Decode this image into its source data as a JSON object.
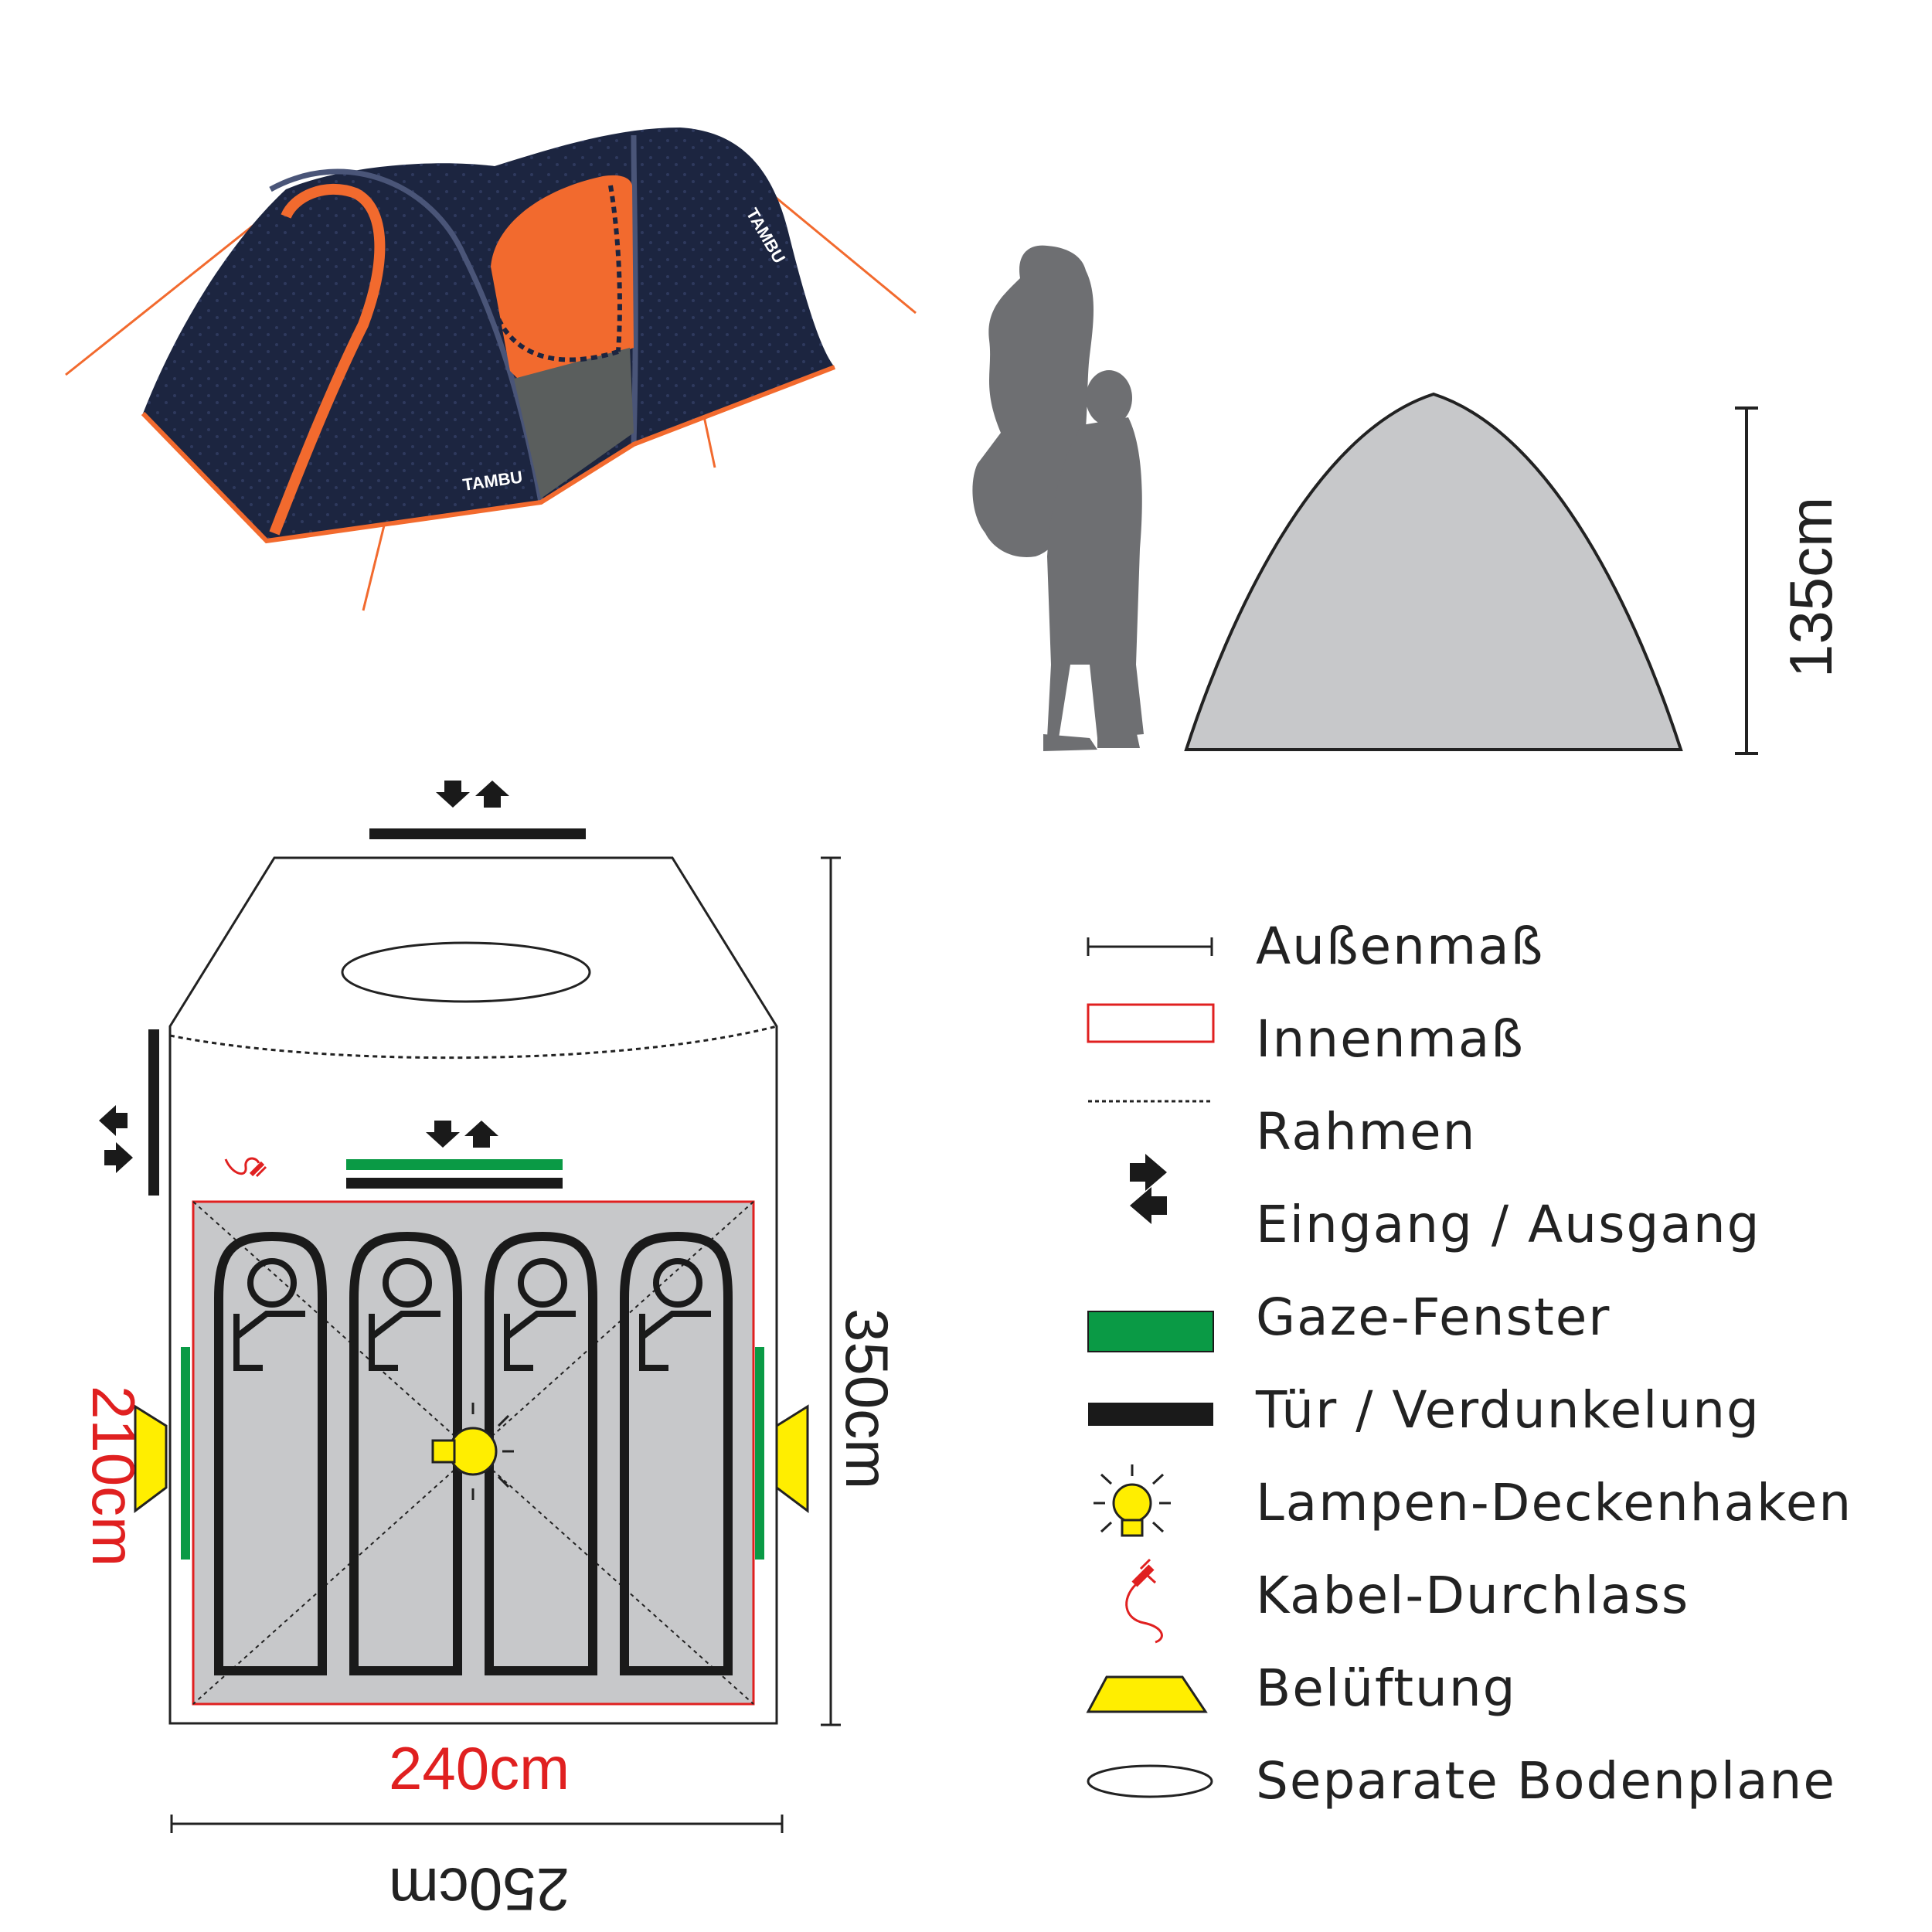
{
  "tent_brand": "TAMBU",
  "profile": {
    "height": "135cm"
  },
  "floorplan": {
    "outer_depth": "350cm",
    "outer_width": "250cm",
    "inner_width": "240cm",
    "inner_depth": "210cm"
  },
  "legend": [
    {
      "key": "outer",
      "icon": "outer-dimension-icon",
      "label": "Außenmaß"
    },
    {
      "key": "inner",
      "icon": "inner-dimension-icon",
      "label": "Innenmaß"
    },
    {
      "key": "frame",
      "icon": "frame-line-icon",
      "label": "Rahmen"
    },
    {
      "key": "entrance",
      "icon": "entrance-arrows-icon",
      "label": "Eingang / Ausgang"
    },
    {
      "key": "mesh",
      "icon": "mesh-window-icon",
      "label": "Gaze-Fenster"
    },
    {
      "key": "door",
      "icon": "door-icon",
      "label": "Tür / Verdunkelung"
    },
    {
      "key": "lamp",
      "icon": "lamp-hook-icon",
      "label": "Lampen-Deckenhaken"
    },
    {
      "key": "cable",
      "icon": "cable-port-icon",
      "label": "Kabel-Durchlass"
    },
    {
      "key": "vent",
      "icon": "ventilation-icon",
      "label": "Belüftung"
    },
    {
      "key": "ground",
      "icon": "groundsheet-icon",
      "label": "Separate Bodenplane"
    }
  ],
  "colors": {
    "tent_navy": "#1c2540",
    "tent_orange": "#f26a2e",
    "floor_grey": "#c7c8ca",
    "mesh_green": "#0a9a45",
    "vent_yellow": "#ffee00",
    "inner_red": "#e02020",
    "silhouette_grey": "#6e6f72"
  }
}
